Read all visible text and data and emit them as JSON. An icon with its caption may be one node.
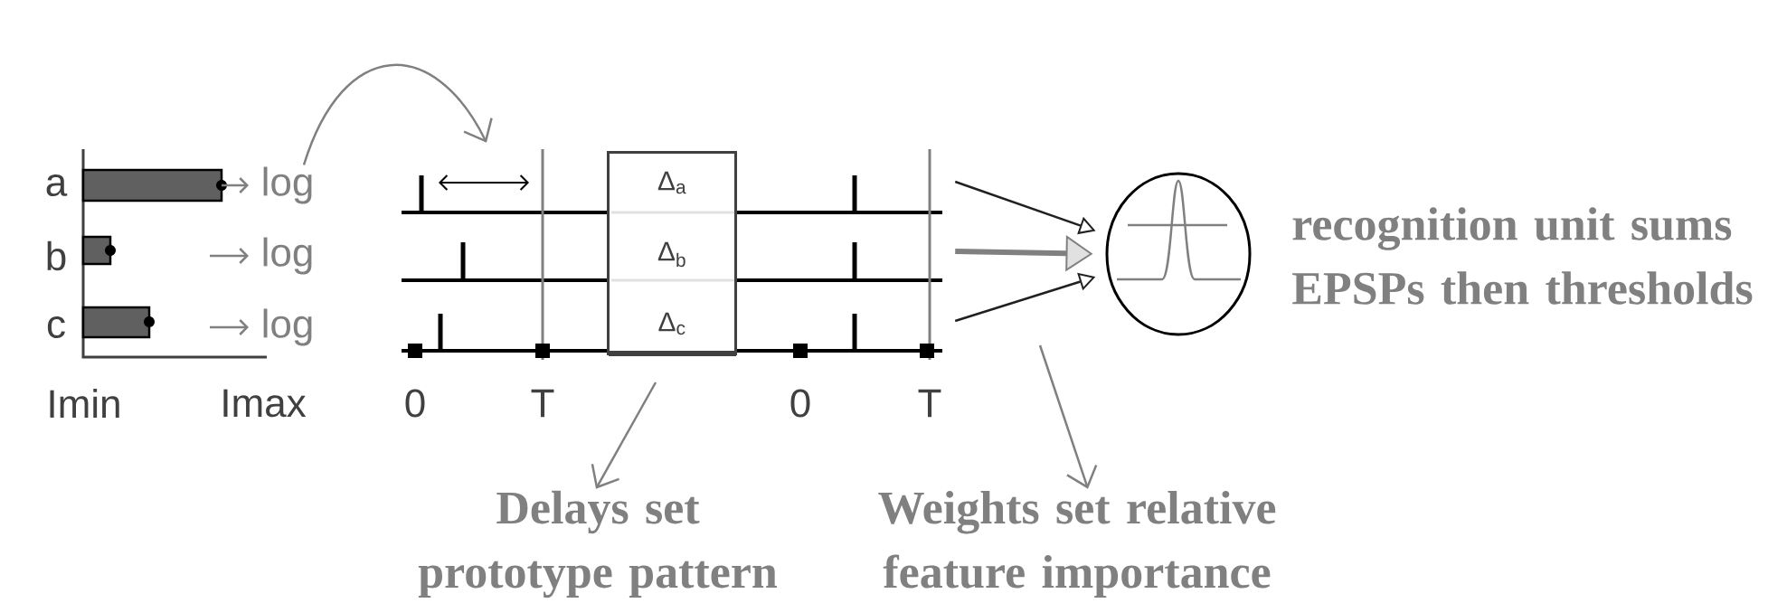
{
  "diagram": {
    "nodes": [
      {
        "text": [
          "log"
        ]
      },
      {
        "text": [],
        "shape": "picture"
      },
      {
        "text": [
          "Δ$_{a}$",
          "Δ$_{b}$",
          "Δ$_{c}$"
        ],
        "in": 1
      },
      {
        "text": [],
        "shape": "circle",
        "beside": [
          "recognition unit sums EPSPs then thresholds"
        ]
      },
      {
        "text": [
          "Delays set prototype pattern"
        ]
      },
      {
        "text": [
          "Weights set relative feature importance"
        ]
      }
    ],
    "edges": [
      {
        "from": 0,
        "to": 1,
        "arrow": "to"
      },
      {
        "from": 1,
        "to": 3,
        "arrow": "to",
        "color": "#202020"
      },
      {
        "from": 1,
        "to": 3,
        "arrow": "to",
        "style": "thick"
      },
      {
        "from": 1,
        "to": 3,
        "arrow": "to",
        "color": "#202020"
      },
      {
        "from": 2,
        "to": 4,
        "arrow": "to"
      },
      {
        "from": null,
        "to": 5,
        "arrow": "to"
      }
    ],
    "labels": [
      "a",
      "b",
      "log",
      "c",
      "log",
      "Imin",
      "Imax",
      "0",
      "T",
      "0",
      "T"
    ]
  }
}
